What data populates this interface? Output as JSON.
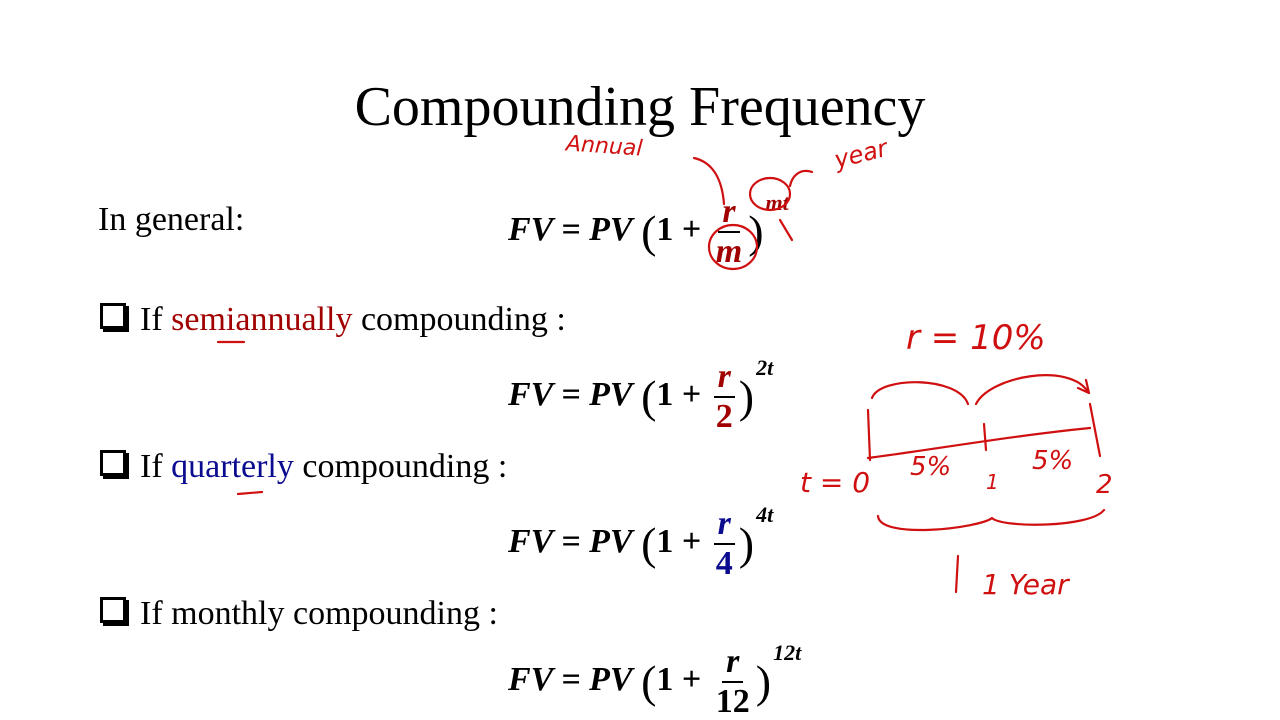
{
  "title": "Compounding Frequency",
  "general": {
    "label": "In general:",
    "lhs": "FV = PV",
    "one_plus": "1 +",
    "num": "r",
    "den": "m",
    "exp": "mt"
  },
  "bullets": [
    {
      "prefix": "If",
      "highlight": "semiannually",
      "suffix": "compounding :",
      "num": "r",
      "den": "2",
      "exp": "2t"
    },
    {
      "prefix": "If",
      "highlight": "quarterly",
      "suffix": "compounding :",
      "num": "r",
      "den": "4",
      "exp": "4t"
    },
    {
      "prefix": "If monthly compounding :",
      "highlight": "",
      "suffix": "",
      "num": "r",
      "den": "12",
      "exp": "12t"
    }
  ],
  "formula_common": {
    "lhs": "FV = PV",
    "one_plus": "1 +"
  },
  "handwriting": {
    "annual": "Annual",
    "year_top": "year",
    "rate": "r = 10%",
    "t_label": "t = 0",
    "pct_left": "5%",
    "pct_right": "5%",
    "mid_tick": "1",
    "end_tick": "2",
    "year_bottom": "1 Year"
  },
  "colors": {
    "red_text": "#a10000",
    "blue_text": "#0b0b90",
    "ink": "#d01010"
  }
}
